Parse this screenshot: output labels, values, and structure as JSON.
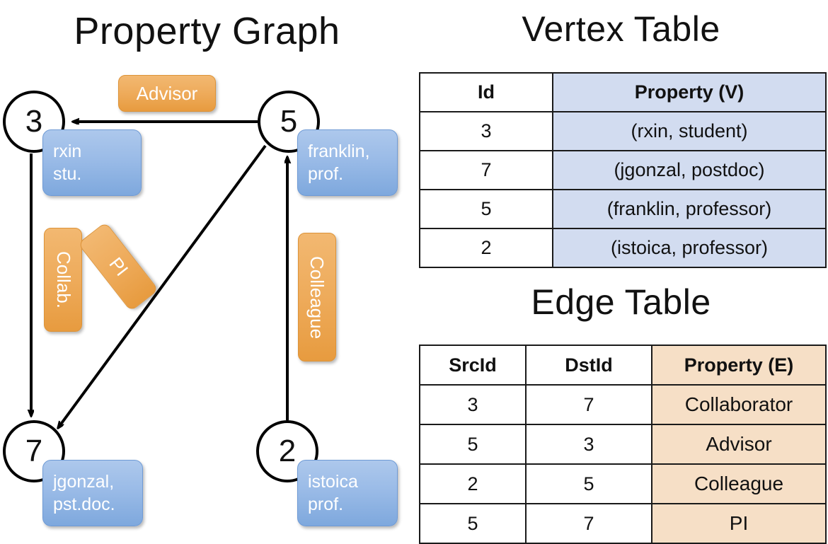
{
  "titles": {
    "property_graph": "Property Graph",
    "vertex_table": "Vertex Table",
    "edge_table": "Edge Table"
  },
  "colors": {
    "vertex_property_fill": "#D2DCF0",
    "edge_property_fill": "#F6DFC6",
    "vertex_box_blue": "#9ABBE7",
    "edge_label_orange": "#EEAB5B",
    "stroke": "#000000"
  },
  "graph": {
    "nodes": [
      {
        "id": "3",
        "property_label": "rxin\nstu."
      },
      {
        "id": "5",
        "property_label": "franklin,\nprof."
      },
      {
        "id": "7",
        "property_label": "jgonzal,\npst.doc."
      },
      {
        "id": "2",
        "property_label": "istoica\nprof."
      }
    ],
    "node_labels": {
      "n3": "3",
      "n5": "5",
      "n7": "7",
      "n2": "2"
    },
    "property_boxes": {
      "rxin_line1": "rxin",
      "rxin_line2": "stu.",
      "franklin_line1": "franklin,",
      "franklin_line2": "prof.",
      "jgonzal_line1": "jgonzal,",
      "jgonzal_line2": "pst.doc.",
      "istoica_line1": "istoica",
      "istoica_line2": "prof."
    },
    "edge_labels": {
      "advisor": "Advisor",
      "collab": "Collab.",
      "pi": "PI",
      "colleague": "Colleague"
    },
    "edges": [
      {
        "from": "5",
        "to": "3",
        "label": "Advisor"
      },
      {
        "from": "3",
        "to": "7",
        "label": "Collab."
      },
      {
        "from": "5",
        "to": "7",
        "label": "PI"
      },
      {
        "from": "2",
        "to": "5",
        "label": "Colleague"
      }
    ]
  },
  "vertex_table": {
    "headers": [
      "Id",
      "Property (V)"
    ],
    "rows": [
      {
        "id": "3",
        "property": "(rxin, student)"
      },
      {
        "id": "7",
        "property": "(jgonzal, postdoc)"
      },
      {
        "id": "5",
        "property": "(franklin, professor)"
      },
      {
        "id": "2",
        "property": "(istoica, professor)"
      }
    ]
  },
  "edge_table": {
    "headers": [
      "SrcId",
      "DstId",
      "Property (E)"
    ],
    "rows": [
      {
        "src": "3",
        "dst": "7",
        "property": "Collaborator"
      },
      {
        "src": "5",
        "dst": "3",
        "property": "Advisor"
      },
      {
        "src": "2",
        "dst": "5",
        "property": "Colleague"
      },
      {
        "src": "5",
        "dst": "7",
        "property": "PI"
      }
    ]
  }
}
